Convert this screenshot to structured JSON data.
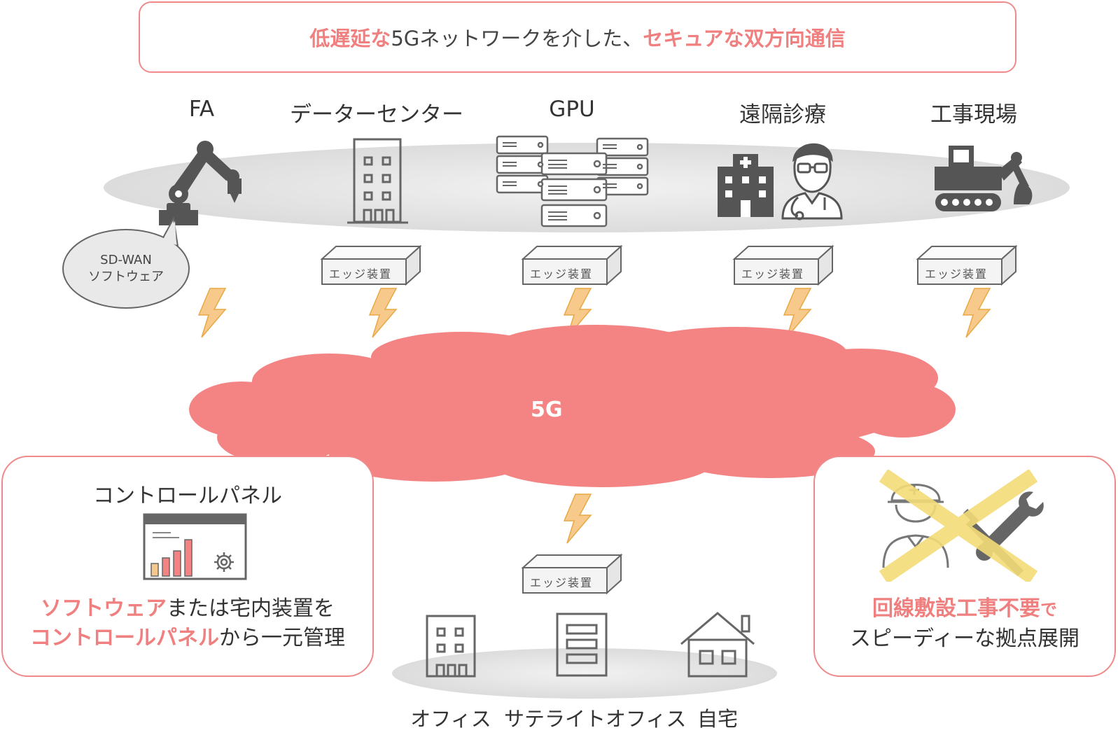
{
  "banner": {
    "part1_highlight": "低遅延",
    "part2": "な",
    "part3": "5Gネットワークを介した、",
    "part4_highlight": "セキュア",
    "part5": "な",
    "part6_highlight": "双方向通信"
  },
  "sites": [
    {
      "label": "FA",
      "icon": "robot-arm-icon"
    },
    {
      "label": "データーセンター",
      "icon": "building-icon"
    },
    {
      "label": "GPU",
      "icon": "server-rack-icon"
    },
    {
      "label": "遠隔診療",
      "icon": "hospital-doctor-icon"
    },
    {
      "label": "工事現場",
      "icon": "excavator-icon"
    }
  ],
  "bubble": {
    "line1": "SD-WAN",
    "line2": "ソフトウェア"
  },
  "edge_device_label": "エッジ装置",
  "cloud_label": "5G",
  "control_panel": {
    "title": "コントロールパネル",
    "desc_line1_highlight": "ソフトウェア",
    "desc_line1_rest": "または宅内装置を",
    "desc_line2_highlight": "コントロールパネル",
    "desc_line2_rest": "から一元管理"
  },
  "right_panel": {
    "line1_highlight": "回線敷設工事不要",
    "line1_rest": "で",
    "line2": "スピーディーな拠点展開"
  },
  "bottom_sites": [
    {
      "label": "オフィス",
      "icon": "office-building-icon"
    },
    {
      "label": "サテライトオフィス",
      "icon": "satellite-office-icon"
    },
    {
      "label": "自宅",
      "icon": "house-icon"
    }
  ],
  "colors": {
    "accent": "#f07f7f",
    "cloud": "#f48484",
    "lightning": "#f5c173",
    "icon_gray": "#555555",
    "ellipse": "#e4e4e4",
    "cross": "#f3dc77"
  }
}
